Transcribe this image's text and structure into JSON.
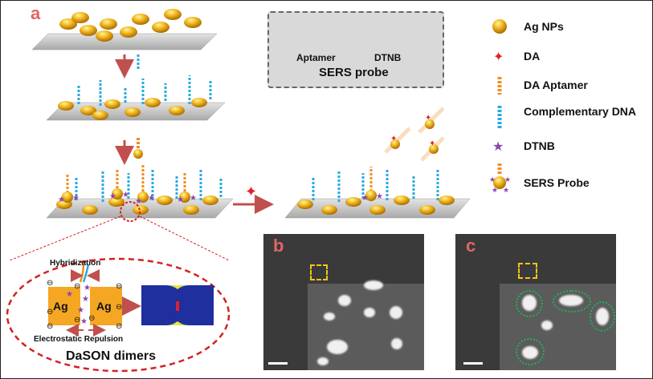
{
  "panel_labels": {
    "a": "a",
    "b": "b",
    "c": "c"
  },
  "probe_box": {
    "aptamer": "Aptamer",
    "dtnb": "DTNB",
    "title": "SERS probe"
  },
  "legend": [
    {
      "icon": "ag-np-icon",
      "label": "Ag NPs"
    },
    {
      "icon": "da-star-icon",
      "label": "DA"
    },
    {
      "icon": "da-aptamer-icon",
      "label": "DA Aptamer"
    },
    {
      "icon": "complementary-dna-icon",
      "label": "Complementary DNA"
    },
    {
      "icon": "dtnb-star-icon",
      "label": "DTNB"
    },
    {
      "icon": "sers-probe-icon",
      "label": "SERS Probe"
    }
  ],
  "dimer": {
    "hybridization": "Hybridization",
    "ag_left": "Ag",
    "ag_right": "Ag",
    "repulsion": "Electrostatic Repulsion",
    "title": "DaSON dimers"
  },
  "colors": {
    "gold": "#e8a317",
    "aptamer_orange": "#f28c1e",
    "dna_blue": "#29a9e0",
    "dtnb_purple": "#8e44ad",
    "da_red": "#e41e26",
    "arrow": "#c0504d",
    "substrate": "#c8c8c8",
    "dash_red": "#d62020",
    "ring_green": "#1fb35a"
  }
}
